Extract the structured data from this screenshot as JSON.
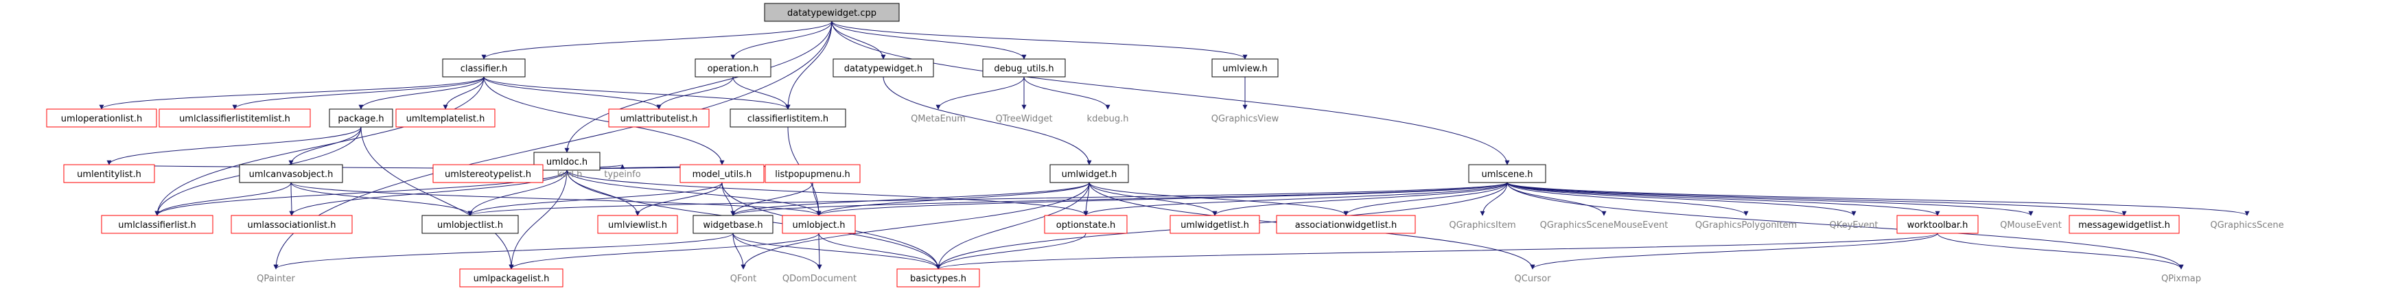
{
  "title": "datatypewidget.cpp",
  "colors": {
    "root_fill": "#bfbfbf",
    "edge": "#191970",
    "box_black": "#000000",
    "box_red": "#ff0000",
    "text_grey": "#7f7f7f",
    "text_black": "#000000"
  },
  "nodes": [
    {
      "id": "root",
      "label": "datatypewidget.cpp",
      "style": "root"
    },
    {
      "id": "classifier_h",
      "label": "classifier.h",
      "style": "black"
    },
    {
      "id": "operation_h",
      "label": "operation.h",
      "style": "black"
    },
    {
      "id": "datatypewidget_h",
      "label": "datatypewidget.h",
      "style": "black"
    },
    {
      "id": "debug_utils_h",
      "label": "debug_utils.h",
      "style": "black"
    },
    {
      "id": "umlview_h",
      "label": "umlview.h",
      "style": "black"
    },
    {
      "id": "umloperationlist_h",
      "label": "umloperationlist.h",
      "style": "red"
    },
    {
      "id": "umlclassifierlistitemlist_h",
      "label": "umlclassifierlistitemlist.h",
      "style": "red"
    },
    {
      "id": "package_h",
      "label": "package.h",
      "style": "black"
    },
    {
      "id": "umltemplatelist_h",
      "label": "umltemplatelist.h",
      "style": "red"
    },
    {
      "id": "umlattributelist_h",
      "label": "umlattributelist.h",
      "style": "red"
    },
    {
      "id": "classifierlistitem_h",
      "label": "classifierlistitem.h",
      "style": "black"
    },
    {
      "id": "QMetaEnum",
      "label": "QMetaEnum",
      "style": "plain"
    },
    {
      "id": "QTreeWidget",
      "label": "QTreeWidget",
      "style": "plain"
    },
    {
      "id": "kdebug_h",
      "label": "kdebug.h",
      "style": "plain"
    },
    {
      "id": "QGraphicsView",
      "label": "QGraphicsView",
      "style": "plain"
    },
    {
      "id": "umldoc_h",
      "label": "umldoc.h",
      "style": "black"
    },
    {
      "id": "umlentitylist_h",
      "label": "umlentitylist.h",
      "style": "red"
    },
    {
      "id": "umlcanvasobject_h",
      "label": "umlcanvasobject.h",
      "style": "black"
    },
    {
      "id": "umlstereotypelist_h",
      "label": "umlstereotypelist.h",
      "style": "red"
    },
    {
      "id": "kurl_h",
      "label": "kurl.h",
      "style": "plain"
    },
    {
      "id": "typeinfo",
      "label": "typeinfo",
      "style": "plain"
    },
    {
      "id": "model_utils_h",
      "label": "model_utils.h",
      "style": "red"
    },
    {
      "id": "listpopupmenu_h",
      "label": "listpopupmenu.h",
      "style": "red"
    },
    {
      "id": "umlwidget_h",
      "label": "umlwidget.h",
      "style": "black"
    },
    {
      "id": "umlscene_h",
      "label": "umlscene.h",
      "style": "black"
    },
    {
      "id": "umlclassifierlist_h",
      "label": "umlclassifierlist.h",
      "style": "red"
    },
    {
      "id": "umlassociationlist_h",
      "label": "umlassociationlist.h",
      "style": "red"
    },
    {
      "id": "umlobjectlist_h",
      "label": "umlobjectlist.h",
      "style": "black"
    },
    {
      "id": "umlviewlist_h",
      "label": "umlviewlist.h",
      "style": "red"
    },
    {
      "id": "widgetbase_h",
      "label": "widgetbase.h",
      "style": "black"
    },
    {
      "id": "umlobject_h",
      "label": "umlobject.h",
      "style": "red"
    },
    {
      "id": "optionstate_h",
      "label": "optionstate.h",
      "style": "red"
    },
    {
      "id": "umlwidgetlist_h",
      "label": "umlwidgetlist.h",
      "style": "red"
    },
    {
      "id": "associationwidgetlist_h",
      "label": "associationwidgetlist.h",
      "style": "red"
    },
    {
      "id": "QGraphicsItem",
      "label": "QGraphicsItem",
      "style": "plain"
    },
    {
      "id": "QGraphicsSceneMouseEvent",
      "label": "QGraphicsSceneMouseEvent",
      "style": "plain"
    },
    {
      "id": "QGraphicsPolygonItem",
      "label": "QGraphicsPolygonItem",
      "style": "plain"
    },
    {
      "id": "QKeyEvent",
      "label": "QKeyEvent",
      "style": "plain"
    },
    {
      "id": "worktoolbar_h",
      "label": "worktoolbar.h",
      "style": "red"
    },
    {
      "id": "QMouseEvent",
      "label": "QMouseEvent",
      "style": "plain"
    },
    {
      "id": "messagewidgetlist_h",
      "label": "messagewidgetlist.h",
      "style": "red"
    },
    {
      "id": "QGraphicsScene",
      "label": "QGraphicsScene",
      "style": "plain"
    },
    {
      "id": "QPainter",
      "label": "QPainter",
      "style": "plain"
    },
    {
      "id": "umlpackagelist_h",
      "label": "umlpackagelist.h",
      "style": "red"
    },
    {
      "id": "QFont",
      "label": "QFont",
      "style": "plain"
    },
    {
      "id": "QDomDocument",
      "label": "QDomDocument",
      "style": "plain"
    },
    {
      "id": "basictypes_h",
      "label": "basictypes.h",
      "style": "red"
    },
    {
      "id": "QCursor",
      "label": "QCursor",
      "style": "plain"
    },
    {
      "id": "QPixmap",
      "label": "QPixmap",
      "style": "plain"
    }
  ],
  "edges": [
    [
      "root",
      "classifier_h"
    ],
    [
      "root",
      "operation_h"
    ],
    [
      "root",
      "datatypewidget_h"
    ],
    [
      "root",
      "debug_utils_h"
    ],
    [
      "root",
      "umlview_h"
    ],
    [
      "root",
      "umldoc_h"
    ],
    [
      "root",
      "classifierlistitem_h"
    ],
    [
      "root",
      "umlscene_h"
    ],
    [
      "root",
      "QPainter"
    ],
    [
      "classifier_h",
      "umloperationlist_h"
    ],
    [
      "classifier_h",
      "umlclassifierlistitemlist_h"
    ],
    [
      "classifier_h",
      "package_h"
    ],
    [
      "classifier_h",
      "umltemplatelist_h"
    ],
    [
      "classifier_h",
      "umlattributelist_h"
    ],
    [
      "classifier_h",
      "classifierlistitem_h"
    ],
    [
      "classifier_h",
      "umlclassifierlist_h"
    ],
    [
      "classifier_h",
      "model_utils_h"
    ],
    [
      "operation_h",
      "umlattributelist_h"
    ],
    [
      "operation_h",
      "classifierlistitem_h"
    ],
    [
      "datatypewidget_h",
      "umlwidget_h"
    ],
    [
      "debug_utils_h",
      "QMetaEnum"
    ],
    [
      "debug_utils_h",
      "QTreeWidget"
    ],
    [
      "debug_utils_h",
      "kdebug_h"
    ],
    [
      "umlview_h",
      "QGraphicsView"
    ],
    [
      "package_h",
      "umlentitylist_h"
    ],
    [
      "package_h",
      "umlcanvasobject_h"
    ],
    [
      "package_h",
      "umlclassifierlist_h"
    ],
    [
      "package_h",
      "umlpackagelist_h"
    ],
    [
      "classifierlistitem_h",
      "umlobject_h"
    ],
    [
      "umldoc_h",
      "umlentitylist_h"
    ],
    [
      "umldoc_h",
      "umlstereotypelist_h"
    ],
    [
      "umldoc_h",
      "kurl_h"
    ],
    [
      "umldoc_h",
      "typeinfo"
    ],
    [
      "umldoc_h",
      "model_utils_h"
    ],
    [
      "umldoc_h",
      "listpopupmenu_h"
    ],
    [
      "umldoc_h",
      "umlclassifierlist_h"
    ],
    [
      "umldoc_h",
      "umlassociationlist_h"
    ],
    [
      "umldoc_h",
      "umlobjectlist_h"
    ],
    [
      "umldoc_h",
      "umlviewlist_h"
    ],
    [
      "umldoc_h",
      "umlpackagelist_h"
    ],
    [
      "umldoc_h",
      "optionstate_h"
    ],
    [
      "umldoc_h",
      "basictypes_h"
    ],
    [
      "umldoc_h",
      "umlobject_h"
    ],
    [
      "umlcanvasobject_h",
      "umlclassifierlist_h"
    ],
    [
      "umlcanvasobject_h",
      "umlassociationlist_h"
    ],
    [
      "umlcanvasobject_h",
      "umlobjectlist_h"
    ],
    [
      "umlcanvasobject_h",
      "umlobject_h"
    ],
    [
      "model_utils_h",
      "umlobjectlist_h"
    ],
    [
      "model_utils_h",
      "umlviewlist_h"
    ],
    [
      "model_utils_h",
      "widgetbase_h"
    ],
    [
      "model_utils_h",
      "basictypes_h"
    ],
    [
      "listpopupmenu_h",
      "widgetbase_h"
    ],
    [
      "listpopupmenu_h",
      "umlobject_h"
    ],
    [
      "umlwidget_h",
      "widgetbase_h"
    ],
    [
      "umlwidget_h",
      "optionstate_h"
    ],
    [
      "umlwidget_h",
      "umlwidgetlist_h"
    ],
    [
      "umlwidget_h",
      "associationwidgetlist_h"
    ],
    [
      "umlwidget_h",
      "QFont"
    ],
    [
      "umlwidget_h",
      "basictypes_h"
    ],
    [
      "umlwidget_h",
      "umlobject_h"
    ],
    [
      "umlwidget_h",
      "QCursor"
    ],
    [
      "umlscene_h",
      "umlobjectlist_h"
    ],
    [
      "umlscene_h",
      "umlwidgetlist_h"
    ],
    [
      "umlscene_h",
      "associationwidgetlist_h"
    ],
    [
      "umlscene_h",
      "optionstate_h"
    ],
    [
      "umlscene_h",
      "umlobject_h"
    ],
    [
      "umlscene_h",
      "widgetbase_h"
    ],
    [
      "umlscene_h",
      "QGraphicsItem"
    ],
    [
      "umlscene_h",
      "QGraphicsSceneMouseEvent"
    ],
    [
      "umlscene_h",
      "QGraphicsPolygonItem"
    ],
    [
      "umlscene_h",
      "QKeyEvent"
    ],
    [
      "umlscene_h",
      "worktoolbar_h"
    ],
    [
      "umlscene_h",
      "QMouseEvent"
    ],
    [
      "umlscene_h",
      "messagewidgetlist_h"
    ],
    [
      "umlscene_h",
      "QGraphicsScene"
    ],
    [
      "umlscene_h",
      "basictypes_h"
    ],
    [
      "umlscene_h",
      "QPixmap"
    ],
    [
      "widgetbase_h",
      "QPainter"
    ],
    [
      "widgetbase_h",
      "QFont"
    ],
    [
      "widgetbase_h",
      "QDomDocument"
    ],
    [
      "widgetbase_h",
      "basictypes_h"
    ],
    [
      "umlobject_h",
      "QDomDocument"
    ],
    [
      "umlobject_h",
      "basictypes_h"
    ],
    [
      "umlobject_h",
      "umlpackagelist_h"
    ],
    [
      "optionstate_h",
      "basictypes_h"
    ],
    [
      "worktoolbar_h",
      "basictypes_h"
    ],
    [
      "worktoolbar_h",
      "QCursor"
    ],
    [
      "worktoolbar_h",
      "QPixmap"
    ]
  ]
}
